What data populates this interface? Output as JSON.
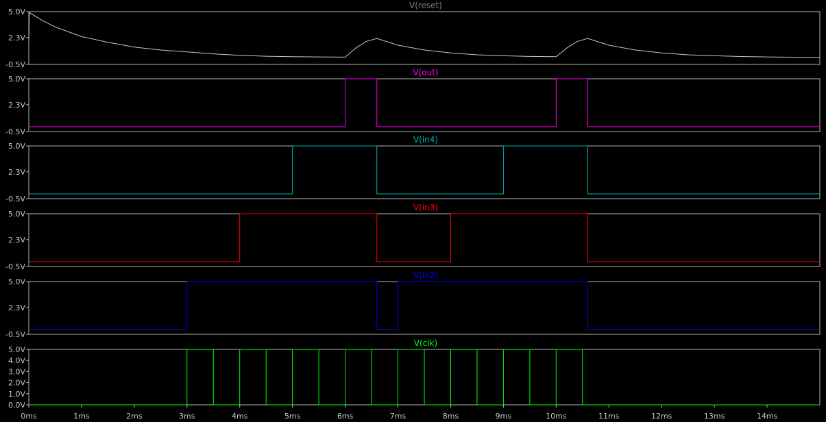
{
  "chart_data": {
    "type": "line",
    "x_unit": "ms",
    "x_range": [
      0,
      15
    ],
    "x_ticks": [
      "0ms",
      "1ms",
      "2ms",
      "3ms",
      "4ms",
      "5ms",
      "6ms",
      "7ms",
      "8ms",
      "9ms",
      "10ms",
      "11ms",
      "12ms",
      "13ms",
      "14ms"
    ],
    "grid": false,
    "panes": [
      {
        "title": "V(reset)",
        "color": "#808080",
        "line_color": "#c8c8c8",
        "ylim": [
          -0.5,
          5.0
        ],
        "y_ticks": [
          "5.0V",
          "2.3V",
          "-0.5V"
        ],
        "y_tick_values": [
          5.0,
          2.3,
          -0.5
        ],
        "points": [
          [
            0,
            1.7
          ],
          [
            0.01,
            4.9
          ],
          [
            0.25,
            4.1
          ],
          [
            0.5,
            3.4
          ],
          [
            0.75,
            2.9
          ],
          [
            1.0,
            2.4
          ],
          [
            1.5,
            1.8
          ],
          [
            2.0,
            1.3
          ],
          [
            2.5,
            1.0
          ],
          [
            3.0,
            0.8
          ],
          [
            3.5,
            0.6
          ],
          [
            4.0,
            0.45
          ],
          [
            4.5,
            0.35
          ],
          [
            5.0,
            0.3
          ],
          [
            5.5,
            0.28
          ],
          [
            6.0,
            0.26
          ],
          [
            6.2,
            1.2
          ],
          [
            6.4,
            1.9
          ],
          [
            6.6,
            2.2
          ],
          [
            7.0,
            1.5
          ],
          [
            7.5,
            1.0
          ],
          [
            8.0,
            0.7
          ],
          [
            8.5,
            0.5
          ],
          [
            9.0,
            0.4
          ],
          [
            9.5,
            0.33
          ],
          [
            10.0,
            0.3
          ],
          [
            10.2,
            1.2
          ],
          [
            10.4,
            1.9
          ],
          [
            10.6,
            2.2
          ],
          [
            11.0,
            1.5
          ],
          [
            11.5,
            1.0
          ],
          [
            12.0,
            0.7
          ],
          [
            12.5,
            0.5
          ],
          [
            13.0,
            0.4
          ],
          [
            13.5,
            0.32
          ],
          [
            14.0,
            0.28
          ],
          [
            14.5,
            0.25
          ],
          [
            15.0,
            0.23
          ]
        ]
      },
      {
        "title": "V(out)",
        "color": "#ff00ff",
        "line_color": "#ff00ff",
        "ylim": [
          -0.5,
          5.0
        ],
        "y_ticks": [
          "5.0V",
          "2.3V",
          "-0.5V"
        ],
        "y_tick_values": [
          5.0,
          2.3,
          -0.5
        ],
        "points": [
          [
            0,
            0
          ],
          [
            6.0,
            0
          ],
          [
            6.0,
            5
          ],
          [
            6.6,
            5
          ],
          [
            6.6,
            0
          ],
          [
            10.0,
            0
          ],
          [
            10.0,
            5
          ],
          [
            10.6,
            5
          ],
          [
            10.6,
            0
          ],
          [
            15,
            0
          ]
        ]
      },
      {
        "title": "V(in4)",
        "color": "#00b4b4",
        "line_color": "#00b4b4",
        "ylim": [
          -0.5,
          5.0
        ],
        "y_ticks": [
          "5.0V",
          "2.3V",
          "-0.5V"
        ],
        "y_tick_values": [
          5.0,
          2.3,
          -0.5
        ],
        "points": [
          [
            0,
            0
          ],
          [
            5.0,
            0
          ],
          [
            5.0,
            5
          ],
          [
            6.6,
            5
          ],
          [
            6.6,
            0
          ],
          [
            9.0,
            0
          ],
          [
            9.0,
            5
          ],
          [
            10.6,
            5
          ],
          [
            10.6,
            0
          ],
          [
            15,
            0
          ]
        ]
      },
      {
        "title": "V(in3)",
        "color": "#ff0000",
        "line_color": "#ff0000",
        "ylim": [
          -0.5,
          5.0
        ],
        "y_ticks": [
          "5.0V",
          "2.3V",
          "-0.5V"
        ],
        "y_tick_values": [
          5.0,
          2.3,
          -0.5
        ],
        "points": [
          [
            0,
            0
          ],
          [
            4.0,
            0
          ],
          [
            4.0,
            5
          ],
          [
            6.6,
            5
          ],
          [
            6.6,
            0
          ],
          [
            8.0,
            0
          ],
          [
            8.0,
            5
          ],
          [
            10.6,
            5
          ],
          [
            10.6,
            0
          ],
          [
            15,
            0
          ]
        ]
      },
      {
        "title": "V(in2)",
        "color": "#0000ff",
        "line_color": "#0000ff",
        "ylim": [
          -0.5,
          5.0
        ],
        "y_ticks": [
          "5.0V",
          "2.3V",
          "-0.5V"
        ],
        "y_tick_values": [
          5.0,
          2.3,
          -0.5
        ],
        "points": [
          [
            0,
            0
          ],
          [
            3.0,
            0
          ],
          [
            3.0,
            5
          ],
          [
            6.6,
            5
          ],
          [
            6.6,
            0
          ],
          [
            7.0,
            0
          ],
          [
            7.0,
            5
          ],
          [
            10.6,
            5
          ],
          [
            10.6,
            0
          ],
          [
            15,
            0
          ]
        ]
      },
      {
        "title": "V(clk)",
        "color": "#00ff00",
        "line_color": "#00ff00",
        "ylim": [
          0,
          5.0
        ],
        "y_ticks": [
          "5.0V",
          "4.0V",
          "3.0V",
          "2.0V",
          "1.0V",
          "0.0V"
        ],
        "y_tick_values": [
          5.0,
          4.0,
          3.0,
          2.0,
          1.0,
          0.0
        ],
        "points": [
          [
            0,
            0
          ],
          [
            3.0,
            0
          ],
          [
            3.0,
            5
          ],
          [
            3.5,
            5
          ],
          [
            3.5,
            0
          ],
          [
            4.0,
            0
          ],
          [
            4.0,
            5
          ],
          [
            4.5,
            5
          ],
          [
            4.5,
            0
          ],
          [
            5.0,
            0
          ],
          [
            5.0,
            5
          ],
          [
            5.5,
            5
          ],
          [
            5.5,
            0
          ],
          [
            6.0,
            0
          ],
          [
            6.0,
            5
          ],
          [
            6.5,
            5
          ],
          [
            6.5,
            0
          ],
          [
            7.0,
            0
          ],
          [
            7.0,
            5
          ],
          [
            7.5,
            5
          ],
          [
            7.5,
            0
          ],
          [
            8.0,
            0
          ],
          [
            8.0,
            5
          ],
          [
            8.5,
            5
          ],
          [
            8.5,
            0
          ],
          [
            9.0,
            0
          ],
          [
            9.0,
            5
          ],
          [
            9.5,
            5
          ],
          [
            9.5,
            0
          ],
          [
            10.0,
            0
          ],
          [
            10.0,
            5
          ],
          [
            10.5,
            5
          ],
          [
            10.5,
            0
          ],
          [
            15,
            0
          ]
        ]
      }
    ]
  }
}
